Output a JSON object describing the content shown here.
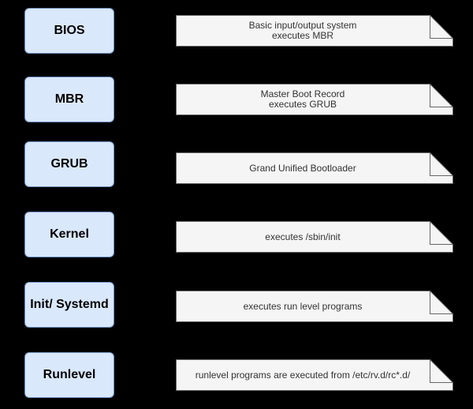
{
  "colors": {
    "background": "#000000",
    "stage_fill": "#dae8fc",
    "stage_stroke": "#6c8ebf",
    "note_fill": "#f5f5f5",
    "note_stroke": "#666666"
  },
  "stages": [
    {
      "label": "BIOS",
      "notes": [
        "Basic input/output system",
        "executes MBR"
      ]
    },
    {
      "label": "MBR",
      "notes": [
        "Master Boot Record",
        "executes GRUB"
      ]
    },
    {
      "label": "GRUB",
      "notes": [
        "Grand Unified Bootloader"
      ]
    },
    {
      "label": "Kernel",
      "notes": [
        "executes /sbin/init"
      ]
    },
    {
      "label": "Init/ Systemd",
      "notes": [
        "executes run level programs"
      ]
    },
    {
      "label": "Runlevel",
      "notes": [
        "runlevel programs are executed from /etc/rv.d/rc*.d/"
      ]
    }
  ]
}
